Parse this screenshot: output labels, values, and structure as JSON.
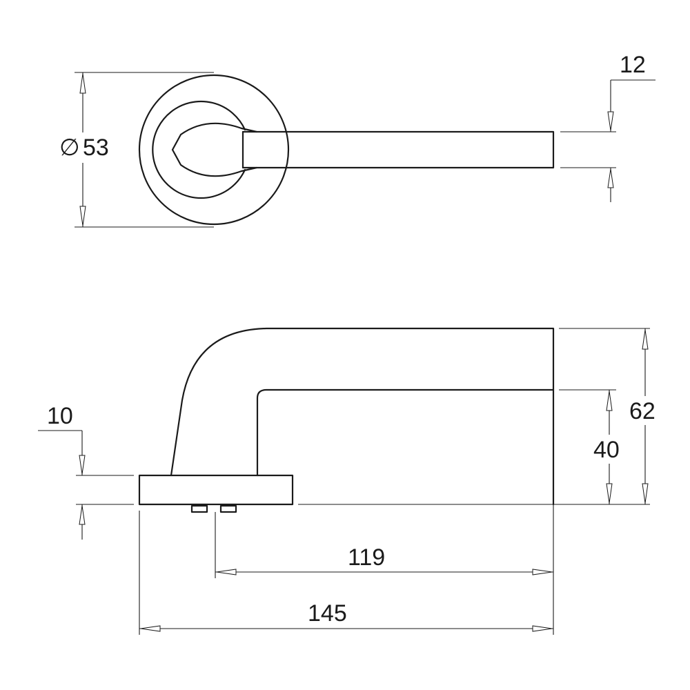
{
  "dimensions": {
    "rose_diameter": {
      "symbol": "∅",
      "value": "53"
    },
    "lever_thickness": "12",
    "rose_thickness": "10",
    "lever_height_total": "62",
    "lever_clearance": "40",
    "projection_from_spindle": "119",
    "overall_length": "145"
  },
  "colors": {
    "line": "#1a1a1a",
    "background": "#ffffff"
  }
}
